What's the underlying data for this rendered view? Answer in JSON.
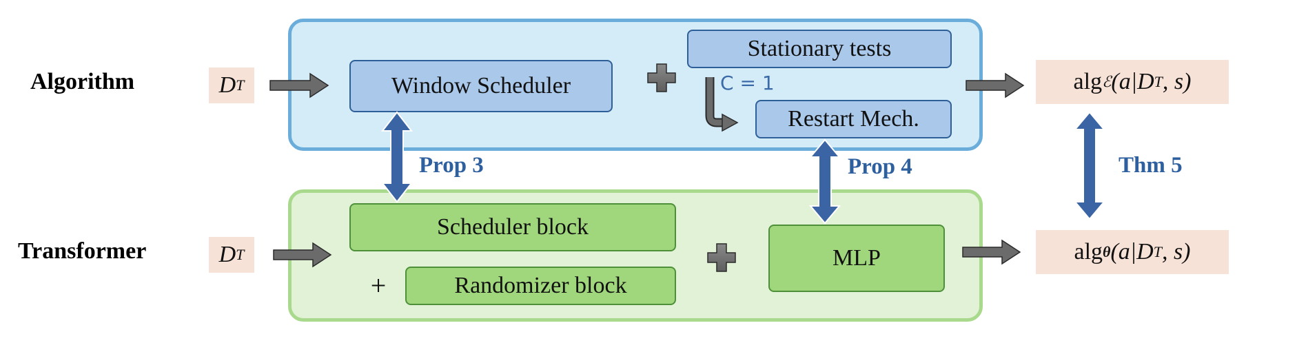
{
  "rows": {
    "algorithm": "Algorithm",
    "transformer": "Transformer"
  },
  "inputs": {
    "alg": {
      "base": "D",
      "sub": "T"
    },
    "tr": {
      "base": "D",
      "sub": "T"
    }
  },
  "algorithm_panel": {
    "window_scheduler": "Window Scheduler",
    "stationary_tests": "Stationary tests",
    "condition": "C = 1",
    "restart_mech": "Restart Mech."
  },
  "transformer_panel": {
    "scheduler_block": "Scheduler block",
    "randomizer_block": "Randomizer block",
    "plus": "+",
    "mlp": "MLP"
  },
  "outputs": {
    "alg": {
      "prefix": "alg",
      "sub": "ℰ",
      "args": "(a|D",
      "args_sub": "T",
      "tail": ", s)"
    },
    "tr": {
      "prefix": "alg",
      "sub": "θ",
      "args": "(a|D",
      "args_sub": "T",
      "tail": ", s)"
    }
  },
  "links": {
    "prop3": "Prop 3",
    "prop4": "Prop 4",
    "thm5": "Thm 5"
  },
  "colors": {
    "algorithm_panel_fill": "#d3ecf8",
    "algorithm_panel_border": "#6aaddb",
    "transformer_panel_fill": "#e2f2d7",
    "transformer_panel_border": "#a9d98c",
    "blue_box": "#a9c8ea",
    "green_box": "#a0d77c",
    "math_highlight": "#f7e2d8",
    "link_arrow": "#3a64a4",
    "flow_arrow": "#6b6b6b"
  }
}
